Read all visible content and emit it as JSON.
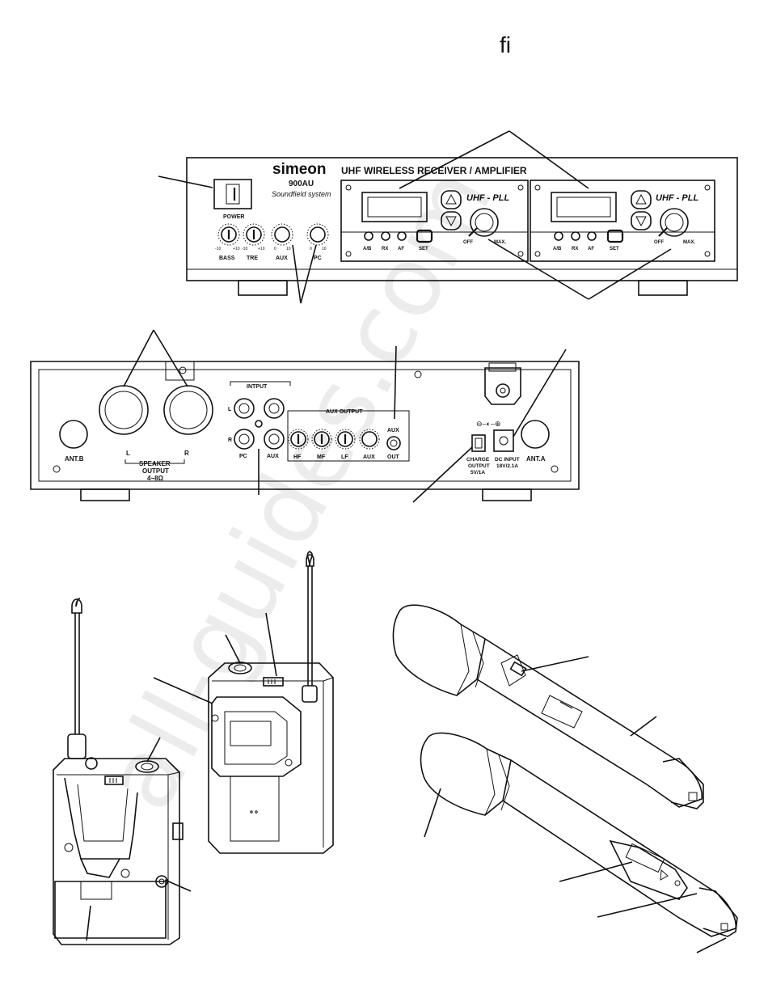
{
  "header": {
    "glyph": "ﬁ"
  },
  "front_panel": {
    "brand": "simeon",
    "model": "900AU",
    "tagline": "Soundfield system",
    "title": "UHF WIRELESS RECEIVER / AMPLIFIER",
    "power_label": "POWER",
    "knobs": [
      "BASS",
      "TRE",
      "AUX",
      "PC"
    ],
    "knob_scale": {
      "min_bass": "-10",
      "max_bass": "+10",
      "min_tre": "-10",
      "max_tre": "+10",
      "min_aux": "0",
      "max_aux": "10",
      "min_pc": "0",
      "max_pc": "10"
    },
    "receivers": [
      {
        "badge": "UHF - PLL",
        "leds": [
          "A/B",
          "RX",
          "AF"
        ],
        "set_label": "SET",
        "off": "OFF",
        "max": "MAX."
      },
      {
        "badge": "UHF - PLL",
        "leds": [
          "A/B",
          "RX",
          "AF"
        ],
        "set_label": "SET",
        "off": "OFF",
        "max": "MAX."
      }
    ]
  },
  "rear_panel": {
    "ant_b": "ANT.B",
    "ant_a": "ANT.A",
    "speaker_l": "L",
    "speaker_r": "R",
    "speaker_output": "SPEAKER",
    "speaker_output_2": "OUTPUT",
    "speaker_impedance": "4~8Ω",
    "input_group": "INTPUT",
    "input_l": "L",
    "input_r": "R",
    "input_pc": "PC",
    "input_aux": "AUX",
    "aux_output_group": "AUX OUTPUT",
    "aux_knobs": [
      "HF",
      "MF",
      "LF",
      "AUX"
    ],
    "aux_jack_top": "AUX",
    "aux_jack_bottom": "OUT",
    "polarity": "⊖–◐–⊕",
    "charge_output": "CHARGE",
    "charge_output_2": "OUTPUT",
    "charge_rating": "5V/1A",
    "dc_input": "DC INPUT",
    "dc_rating": "18V/2.1A"
  },
  "watermark": "all-guides.com"
}
